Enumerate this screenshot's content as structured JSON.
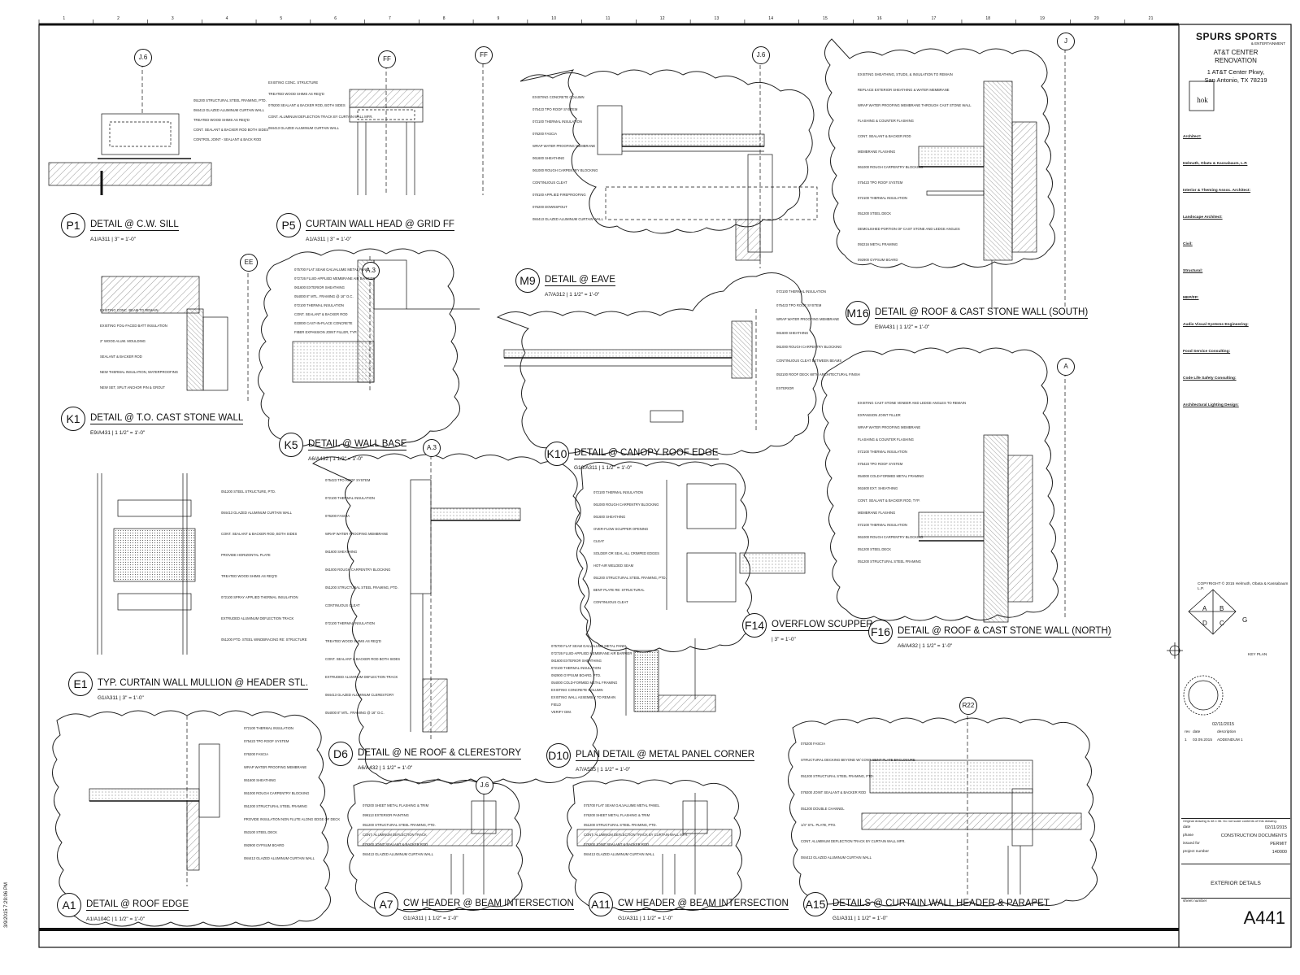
{
  "title_block": {
    "logo_text": "SPURS SPORTS",
    "logo_sub": "& ENTERTAINMENT",
    "project_name_1": "AT&T CENTER",
    "project_name_2": "RENOVATION",
    "address_1": "1 AT&T Center Pkwy,",
    "address_2": "San Antonio, TX 78219",
    "firm_logo": "hok",
    "consultants": [
      "Architect:",
      "Helmuth, Obata & Kassabaum, L.P.",
      "Interior & Theming Assoc. Architect:",
      "Landscape Architect:",
      "Civil:",
      "Structural:",
      "MEP/FP:",
      "Audio Visual Systems Engineering:",
      "Food Service Consulting:",
      "Code Life Safety Consulting:",
      "Architectural Lighting Design:"
    ],
    "copyright": "COPYRIGHT © 2015 Helmuth, Obata & Kassabaum L.P.",
    "key_plan_label": "KEY PLAN",
    "key_plan_quadrants": [
      "A",
      "B",
      "C",
      "D",
      "G"
    ],
    "seal_date": "02/11/2015",
    "revision_headers": [
      "rev",
      "date",
      "description"
    ],
    "revision_row": [
      "1",
      "03.09.2015",
      "ADDENDUM 1"
    ],
    "scale_note": "Original drawing is 48 x 36. Do not scale contents of this drawing.",
    "info_rows": [
      {
        "label": "date",
        "value": "02/11/2015"
      },
      {
        "label": "phase",
        "value": "CONSTRUCTION DOCUMENTS"
      },
      {
        "label": "issued for",
        "value": "PERMIT"
      },
      {
        "label": "project number",
        "value": "140000"
      }
    ],
    "sheet_title": "EXTERIOR DETAILS",
    "sheet_number_label": "sheet number",
    "sheet_number": "A441"
  },
  "timestamp": "3/9/2015 7:29:06 PM",
  "grid_numbers": [
    "1",
    "2",
    "3",
    "4",
    "5",
    "6",
    "7",
    "8",
    "9",
    "10",
    "11",
    "12",
    "13",
    "14",
    "15",
    "16",
    "17",
    "18",
    "19",
    "20",
    "21"
  ],
  "details": [
    {
      "id": "P1",
      "name": "DETAIL @ C.W. SILL",
      "ref": "A1/A311   |   3\" = 1'-0\""
    },
    {
      "id": "P5",
      "name": "CURTAIN WALL HEAD @ GRID FF",
      "ref": "A1/A311   |   3\" = 1'-0\""
    },
    {
      "id": "M9",
      "name": "DETAIL @ EAVE",
      "ref": "A7/A312   |   1 1/2\" = 1'-0\""
    },
    {
      "id": "M16",
      "name": "DETAIL @ ROOF & CAST STONE WALL (SOUTH)",
      "ref": "E9/A431   |   1 1/2\" = 1'-0\""
    },
    {
      "id": "K1",
      "name": "DETAIL @ T.O. CAST STONE WALL",
      "ref": "E9/A431   |   1 1/2\" = 1'-0\""
    },
    {
      "id": "K5",
      "name": "DETAIL @ WALL BASE",
      "ref": "A6/A432   |   1 1/2\" = 1'-0\""
    },
    {
      "id": "K10",
      "name": "DETAIL @ CANOPY ROOF EDGE",
      "ref": "G16/A311   |   1 1/2\" = 1'-0\""
    },
    {
      "id": "F14",
      "name": "OVERFLOW SCUPPER",
      "ref": "|   3\" = 1'-0\""
    },
    {
      "id": "F16",
      "name": "DETAIL @ ROOF & CAST STONE WALL (NORTH)",
      "ref": "A6/A432   |   1 1/2\" = 1'-0\""
    },
    {
      "id": "E1",
      "name": "TYP. CURTAIN WALL MULLION @ HEADER STL.",
      "ref": "G1/A311   |   3\" = 1'-0\""
    },
    {
      "id": "D6",
      "name": "DETAIL @ NE ROOF & CLERESTORY",
      "ref": "A6/A432   |   1 1/2\" = 1'-0\""
    },
    {
      "id": "D10",
      "name": "PLAN DETAIL @ METAL PANEL CORNER",
      "ref": "A7/A535   |   1 1/2\" = 1'-0\""
    },
    {
      "id": "A1",
      "name": "DETAIL @ ROOF EDGE",
      "ref": "A1/A104C   |   1 1/2\" = 1'-0\""
    },
    {
      "id": "A7",
      "name": "CW HEADER @ BEAM INTERSECTION",
      "ref": "G1/A311   |   1 1/2\" = 1'-0\""
    },
    {
      "id": "A11",
      "name": "CW HEADER @ BEAM INTERSECTION",
      "ref": "G1/A311   |   1 1/2\" = 1'-0\""
    },
    {
      "id": "A15",
      "name": "DETAILS @ CURTAIN WALL HEADER & PARAPET",
      "ref": "G1/A311   |   1 1/2\" = 1'-0\""
    }
  ],
  "grid_bubbles": [
    "J.6",
    "FF",
    "FF",
    "J.6",
    "J",
    "EE",
    "A.3",
    "A",
    "A.3",
    "J.6",
    "R22"
  ],
  "notes": {
    "p1": [
      "051200 STRUCTURAL STEEL FRAMING, PTD.",
      "084413 GLAZED ALUMINUM CURTAIN WALL",
      "TREATED WOOD SHIMS AS REQ'D",
      "CONT. SEALANT & BACKER ROD BOTH SIDES",
      "CONTROL JOINT - SEALANT & BACK ROD"
    ],
    "p5": [
      "EXISTING CONC. STRUCTURE",
      "TREATED WOOD SHIMS AS REQ'D",
      "079200 SEALANT & BACKER ROD, BOTH SIDES",
      "CONT. ALUMINUM DEFLECTION TRACK BY CURTAIN WALL MFR.",
      "084413 GLAZED ALUMINUM CURTAIN WALL"
    ],
    "m9": [
      "EXISTING CONCRETE COLUMN",
      "075423 TPO ROOF SYSTEM",
      "072100 THERMAL INSULATION",
      "076200 FASCIA",
      "WRAP WATER PROOFING MEMBRANE",
      "061600 SHEATHING",
      "061000 ROUGH CARPENTRY BLOCKING",
      "CONTINUOUS CLEAT",
      "078100 APPLIED FIREPROOFING",
      "076200 DOWNSPOUT",
      "084413 GLAZED ALUMINUM CURTAIN WALL"
    ],
    "m16": [
      "EXISTING SHEATHING, STUDS, & INSULATION TO REMAIN",
      "REPLACE EXTERIOR SHEATHING & WATER MEMBRANE",
      "WRAP WATER PROOFING MEMBRANE THROUGH CAST STONE WALL",
      "FLASHING & COUNTER FLASHING",
      "CONT. SEALANT & BACKER ROD",
      "MEMBRANE FLASHING",
      "061000 ROUGH CARPENTRY BLOCKING",
      "075423 TPO ROOF SYSTEM",
      "072100 THERMAL INSULATION",
      "051200 STEEL DECK",
      "DEMOLISHED PORTION OF CAST STONE AND LEDGE ANGLES",
      "092216 METAL FRAMING",
      "092900 GYPSUM BOARD"
    ],
    "k1": [
      "EXISTING CONC. BEAM TO REMAIN",
      "EXISTING FOIL-FACED BATT INSULATION",
      "2\" WOOD ALUM. MOULDING",
      "SEALANT & BACKER ROD",
      "NEW THERMAL INSULATION, WATERPROOFING",
      "NEW SET, SPLIT ANCHOR PIN & GROUT"
    ],
    "k5": [
      "075700 FLAT SEAM GALVALUME METAL PANEL",
      "072726 FLUID-APPLIED MEMBRANE AIR BARRIER",
      "061600 EXTERIOR SHEATHING",
      "054000 8\" MTL. FRAMING @ 16\" O.C.",
      "072100 THERMAL INSULATION",
      "CONT. SEALANT & BACKER ROD",
      "033000 CAST-IN-PLACE CONCRETE",
      "FIBER EXPANSION JOINT FILLER, TYP."
    ],
    "k10": [
      "072100 THERMAL INSULATION",
      "075423 TPO ROOF SYSTEM",
      "WRAP WATER PROOFING MEMBRANE",
      "061600 SHEATHING",
      "061000 ROUGH CARPENTRY BLOCKING",
      "CONTINUOUS CLEAT BETWEEN BEAMS",
      "053100 ROOF DECK WITH ARCHITECTURAL FINISH",
      "EXTERIOR"
    ],
    "f14": [
      "072100 THERMAL INSULATION",
      "061000 ROUGH CARPENTRY BLOCKING",
      "061600 SHEATHING",
      "OVER-FLOW SCUPPER OPENING",
      "CLEAT",
      "SOLDER OR SEAL ALL CRIMPED EDGES",
      "HOT-AIR WELDED SEAM",
      "051200 STRUCTURAL STEEL FRAMING, PTD.",
      "BENT PLATE RE: STRUCTURAL",
      "CONTINUOUS CLEAT"
    ],
    "f16": [
      "EXISTING CAST STONE VENEER AND LEDGE ANGLES TO REMAIN",
      "EXPANSION JOINT FILLER",
      "WRAP WATER PROOFING MEMBRANE",
      "FLASHING & COUNTER FLASHING",
      "072100 THERMAL INSULATION",
      "075423 TPO ROOF SYSTEM",
      "054000 COLD-FORMED METAL FRAMING",
      "061600 EXT. SHEATHING",
      "CONT. SEALANT & BACKER ROD, TYP.",
      "MEMBRANE FLASHING",
      "072100 THERMAL INSULATION",
      "061000 ROUGH CARPENTRY BLOCKING",
      "051200 STEEL DECK",
      "051200 STRUCTURAL STEEL FRAMING"
    ],
    "e1": [
      "051200 STEEL STRUCTURE, PTD.",
      "084413 GLAZED ALUMINUM CURTAIN WALL",
      "CONT. SEALANT & BACKER ROD, BOTH SIDES",
      "PROVIDE HORIZONTAL PLATE",
      "TREATED WOOD SHIMS AS REQ'D",
      "072100 SPRAY APPLIED THERMAL INSULATION",
      "EXTRUDED ALUMINUM DEFLECTION TRACK",
      "051200 PTD. STEEL WINDBRACING RE: STRUCTURE"
    ],
    "d6": [
      "075423 TPO ROOF SYSTEM",
      "072100 THERMAL INSULATION",
      "076200 FASCIA",
      "WRAP WATER PROOFING MEMBRANE",
      "061600 SHEATHING",
      "061000 ROUGH CARPENTRY BLOCKING",
      "051200 STRUCTURAL STEEL FRAMING, PTD.",
      "CONTINUOUS CLEAT",
      "072100 THERMAL INSULATION",
      "TREATED WOOD SHIMS AS REQ'D",
      "CONT. SEALANT & BACKER ROD BOTH SIDES",
      "EXTRUDED ALUMINUM DEFLECTION TRACK",
      "084413 GLAZED ALUMINUM CLERESTORY",
      "054000 8\" MTL. FRAMING @ 16\" O.C."
    ],
    "d10": [
      "075700 FLAT SEAM GALVALUME METAL PANEL",
      "072726 FLUID-APPLIED MEMBRANE AIR BARRIER",
      "061600 EXTERIOR SHEATHING",
      "072100 THERMAL INSULATION",
      "092900 GYPSUM BOARD, PTD.",
      "054000 COLD-FORMED METAL FRAMING",
      "EXISTING CONCRETE COLUMN",
      "EXISTING WALL ASSEMBLY TO REMAIN",
      "FIELD",
      "VERIFY DIM."
    ],
    "a1": [
      "072100 THERMAL INSULATION",
      "075423 TPO ROOF SYSTEM",
      "076200 FASCIA",
      "WRAP WATER PROOFING MEMBRANE",
      "061600 SHEATHING",
      "061000 ROUGH CARPENTRY BLOCKING",
      "051200 STRUCTURAL STEEL FRAMING",
      "PROVIDE INSULATION NON FLUTE ALONG EDGE OF DECK",
      "053100 STEEL DECK",
      "092900 GYPSUM BOARD",
      "084413 GLAZED ALUMINUM CURTAIN WALL"
    ],
    "a7": [
      "076200 SHEET METAL FLASHING & TRIM",
      "099113 EXTERIOR PAINTING",
      "051200 STRUCTURAL STEEL FRAMING, PTD.",
      "CONT. ALUMINUM DEFLECTION TRACK",
      "079200 JOINT SEALANT & BACKER ROD",
      "084413 GLAZED ALUMINUM CURTAIN WALL"
    ],
    "a11": [
      "075700 FLAT SEAM GALVALUME METAL PANEL",
      "076200 SHEET METAL FLASHING & TRIM",
      "051200 STRUCTURAL STEEL FRAMING, PTD.",
      "CONT. ALUMINUM DEFLECTION TRACK BY CURTAIN WALL MFR.",
      "079200 JOINT SEALANT & BACKER ROD",
      "084413 GLAZED ALUMINUM CURTAIN WALL"
    ],
    "a15": [
      "076200 FASCIA",
      "STRUCTURAL DECKING BEYOND W/ CONT. BENT PLATE ENCLOSURE",
      "051200 STRUCTURAL STEEL FRAMING, PTD.",
      "079200 JOINT SEALANT & BACKER ROD",
      "051200 DOUBLE CHANNEL",
      "1/4\" STL. PLATE, PTD.",
      "CONT. ALUMINUM DEFLECTION TRACK BY CURTAIN WALL MFR.",
      "084413 GLAZED ALUMINUM CURTAIN WALL"
    ]
  }
}
